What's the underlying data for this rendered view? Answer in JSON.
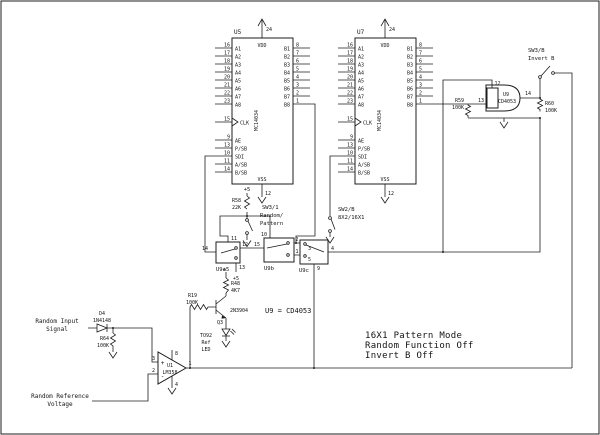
{
  "colors": {
    "ink": "#1c1c1c",
    "paper": "#ffffff"
  },
  "chips": [
    {
      "ref": "U5",
      "part": "MC14034",
      "vdd_label": "VDD",
      "vdd_pin": "24",
      "vss_label": "VSS",
      "vss_pin": "12",
      "left_pins": [
        {
          "num": "16",
          "name": "A1"
        },
        {
          "num": "17",
          "name": "A2"
        },
        {
          "num": "18",
          "name": "A3"
        },
        {
          "num": "19",
          "name": "A4"
        },
        {
          "num": "20",
          "name": "A5"
        },
        {
          "num": "21",
          "name": "A6"
        },
        {
          "num": "22",
          "name": "A7"
        },
        {
          "num": "23",
          "name": "A8"
        }
      ],
      "clk": {
        "num": "15",
        "name": "CLK"
      },
      "ctrl_pins": [
        {
          "num": "9",
          "name": "AE"
        },
        {
          "num": "13",
          "name": "P/SB"
        },
        {
          "num": "10",
          "name": "SDI"
        },
        {
          "num": "11",
          "name": "A/SB"
        },
        {
          "num": "14",
          "name": "B/SB"
        }
      ],
      "right_pins": [
        {
          "num": "8",
          "name": "B1"
        },
        {
          "num": "7",
          "name": "B2"
        },
        {
          "num": "6",
          "name": "B3"
        },
        {
          "num": "5",
          "name": "B4"
        },
        {
          "num": "4",
          "name": "B5"
        },
        {
          "num": "3",
          "name": "B6"
        },
        {
          "num": "2",
          "name": "B7"
        },
        {
          "num": "1",
          "name": "B8"
        }
      ]
    },
    {
      "ref": "U7",
      "part": "MC14034",
      "vdd_label": "VDD",
      "vdd_pin": "24",
      "vss_label": "VSS",
      "vss_pin": "12",
      "left_pins": [
        {
          "num": "16",
          "name": "A1"
        },
        {
          "num": "17",
          "name": "A2"
        },
        {
          "num": "18",
          "name": "A3"
        },
        {
          "num": "19",
          "name": "A4"
        },
        {
          "num": "20",
          "name": "A5"
        },
        {
          "num": "21",
          "name": "A6"
        },
        {
          "num": "22",
          "name": "A7"
        },
        {
          "num": "23",
          "name": "A8"
        }
      ],
      "clk": {
        "num": "15",
        "name": "CLK"
      },
      "ctrl_pins": [
        {
          "num": "9",
          "name": "AE"
        },
        {
          "num": "13",
          "name": "P/SB"
        },
        {
          "num": "10",
          "name": "SDI"
        },
        {
          "num": "11",
          "name": "A/SB"
        },
        {
          "num": "14",
          "name": "B/SB"
        }
      ],
      "right_pins": [
        {
          "num": "8",
          "name": "B1"
        },
        {
          "num": "7",
          "name": "B2"
        },
        {
          "num": "6",
          "name": "B3"
        },
        {
          "num": "5",
          "name": "B4"
        },
        {
          "num": "4",
          "name": "B5"
        },
        {
          "num": "3",
          "name": "B6"
        },
        {
          "num": "2",
          "name": "B7"
        },
        {
          "num": "1",
          "name": "B8"
        }
      ]
    }
  ],
  "mux": {
    "a": {
      "label": "U9a",
      "pin_top": "11",
      "pin_left": "14",
      "pin_right": "12",
      "pin_bottom": "13"
    },
    "b": {
      "label": "U9b",
      "pin_left": "15",
      "pin_top": "10",
      "pin_r1": "2",
      "pin_r2": "1"
    },
    "c": {
      "label": "U9c",
      "pin_l1": "3",
      "pin_l2": "5",
      "pin_right": "4",
      "pin_bottom": "9"
    }
  },
  "gate": {
    "ref": "U9",
    "part": "CD4053",
    "pin_top": "12",
    "pin_left": "13",
    "pin_out": "14"
  },
  "switches": {
    "sw31": {
      "l1": "SW3/1",
      "l2": "Random/",
      "l3": "Pattern"
    },
    "sw2b": {
      "l1": "SW2/B",
      "l2": "8X2/16X1"
    },
    "sw3b": {
      "l1": "SW3/B",
      "l2": "Invert B"
    }
  },
  "resistors": {
    "r58": {
      "ref": "R58",
      "val": "22K"
    },
    "r59": {
      "ref": "R59",
      "val": "100K"
    },
    "r60": {
      "ref": "R60",
      "val": "100K"
    },
    "r64": {
      "ref": "R64",
      "val": "100K"
    },
    "r19": {
      "ref": "R19",
      "val": "100K"
    },
    "r48": {
      "ref": "R48",
      "val": "4K7"
    }
  },
  "semis": {
    "d4": {
      "ref": "D4",
      "part": "1N4148"
    },
    "q3": {
      "ref": "Q3",
      "part": "2N3904"
    },
    "opamp": {
      "ref": "U1",
      "part": "LM358",
      "pin_plus": "3",
      "pin_minus": "2",
      "pin_out": "1",
      "pin_vp": "8",
      "pin_vn": "4",
      "plus": "+",
      "minus": "-"
    },
    "led": {
      "lines": [
        "TO92",
        "Ref",
        "LED"
      ]
    }
  },
  "power": {
    "p5": "+5"
  },
  "io": {
    "random_input": [
      "Random Input",
      "Signal"
    ],
    "random_ref": [
      "Random Reference",
      "Voltage"
    ]
  },
  "notes": {
    "u9": "U9 = CD4053",
    "mode": [
      "16X1 Pattern Mode",
      "Random Function Off",
      "Invert B Off"
    ]
  }
}
